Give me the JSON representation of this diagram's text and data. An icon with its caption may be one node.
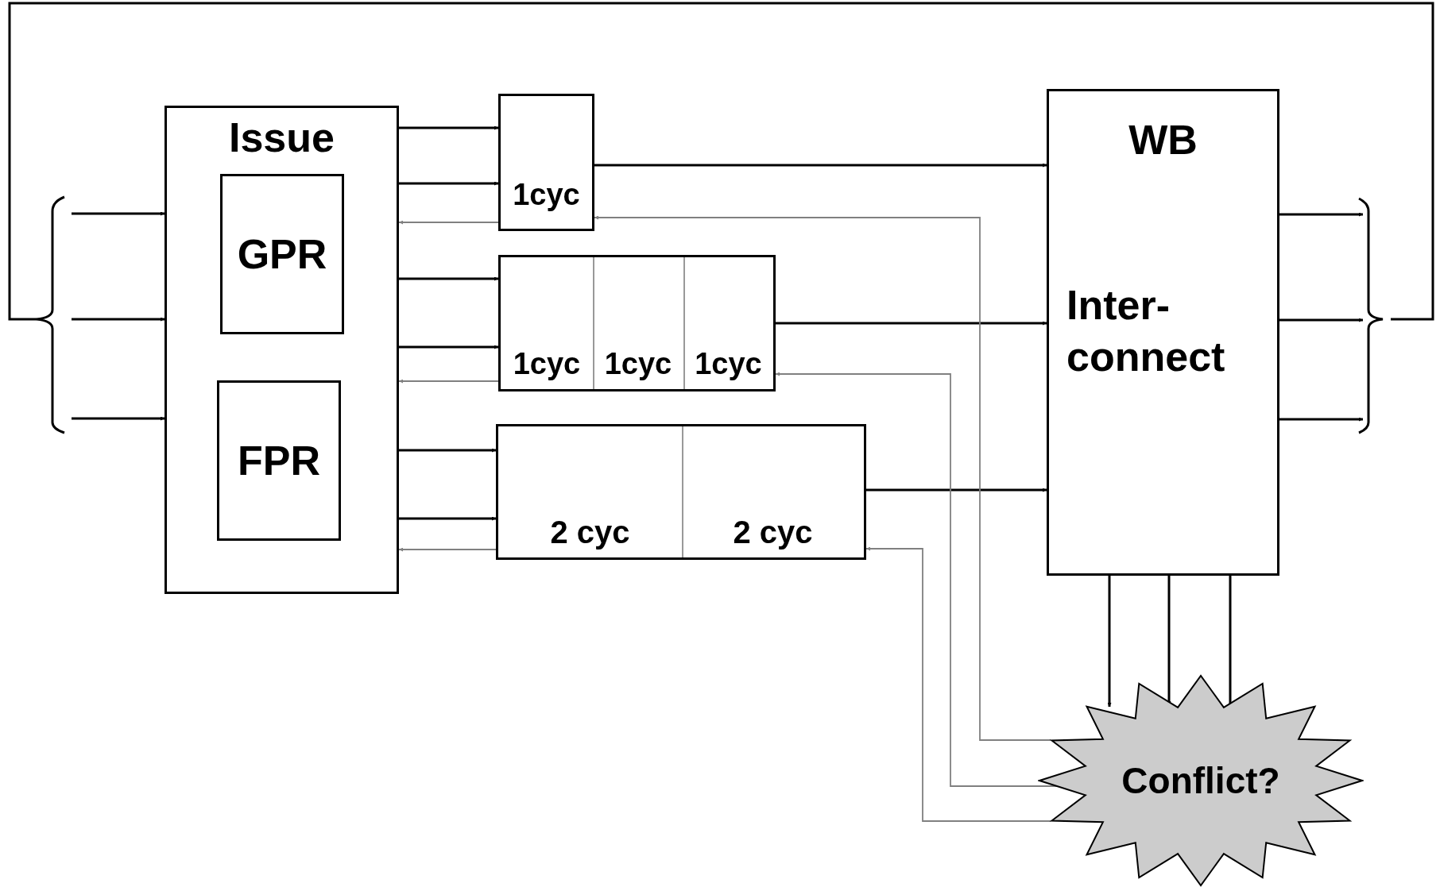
{
  "diagram": {
    "nodes": [
      {
        "text": [
          "Issue"
        ]
      },
      {
        "text": [
          "GPR"
        ],
        "in": 0
      },
      {
        "text": [
          "FPR"
        ],
        "in": 0
      },
      {
        "text": [
          "1cyc"
        ]
      },
      {
        "text": [
          "1cyc",
          "1cyc",
          "1cyc"
        ]
      },
      {
        "text": [
          "2 cyc",
          "2 cyc"
        ]
      },
      {
        "text": [
          "WB",
          "Inter- connect"
        ]
      },
      {
        "text": [
          "Conflict?"
        ]
      }
    ],
    "edges": [
      {
        "from": null,
        "to": 0,
        "arrow": "to"
      },
      {
        "from": null,
        "to": 0,
        "arrow": "to"
      },
      {
        "from": null,
        "to": 0,
        "arrow": "to"
      },
      {
        "from": 0,
        "to": 3,
        "arrow": "to"
      },
      {
        "from": 0,
        "to": 3,
        "arrow": "to"
      },
      {
        "from": 0,
        "to": 4,
        "arrow": "to"
      },
      {
        "from": 0,
        "to": 4,
        "arrow": "to"
      },
      {
        "from": 0,
        "to": 5,
        "arrow": "to"
      },
      {
        "from": 0,
        "to": 5,
        "arrow": "to"
      },
      {
        "from": 3,
        "to": 0,
        "arrow": "to",
        "color": "#808080"
      },
      {
        "from": 4,
        "to": 0,
        "arrow": "to",
        "color": "#808080"
      },
      {
        "from": 5,
        "to": 0,
        "arrow": "to",
        "color": "#808080"
      },
      {
        "from": 3,
        "to": 6,
        "arrow": "to"
      },
      {
        "from": 4,
        "to": 6,
        "arrow": "to"
      },
      {
        "from": 5,
        "to": 6,
        "arrow": "to"
      },
      {
        "from": 6,
        "to": null,
        "arrow": "to"
      },
      {
        "from": 6,
        "to": null,
        "arrow": "to"
      },
      {
        "from": 6,
        "to": null,
        "arrow": "to"
      },
      {
        "from": 6,
        "to": 7,
        "arrow": "to"
      },
      {
        "from": 6,
        "to": 7,
        "arrow": "to"
      },
      {
        "from": 6,
        "to": 7,
        "arrow": "to"
      },
      {
        "from": 7,
        "to": 3,
        "arrow": "to",
        "color": "#808080"
      },
      {
        "from": 7,
        "to": 4,
        "arrow": "to",
        "color": "#808080"
      },
      {
        "from": 7,
        "to": 5,
        "arrow": "to",
        "color": "#808080"
      }
    ]
  }
}
